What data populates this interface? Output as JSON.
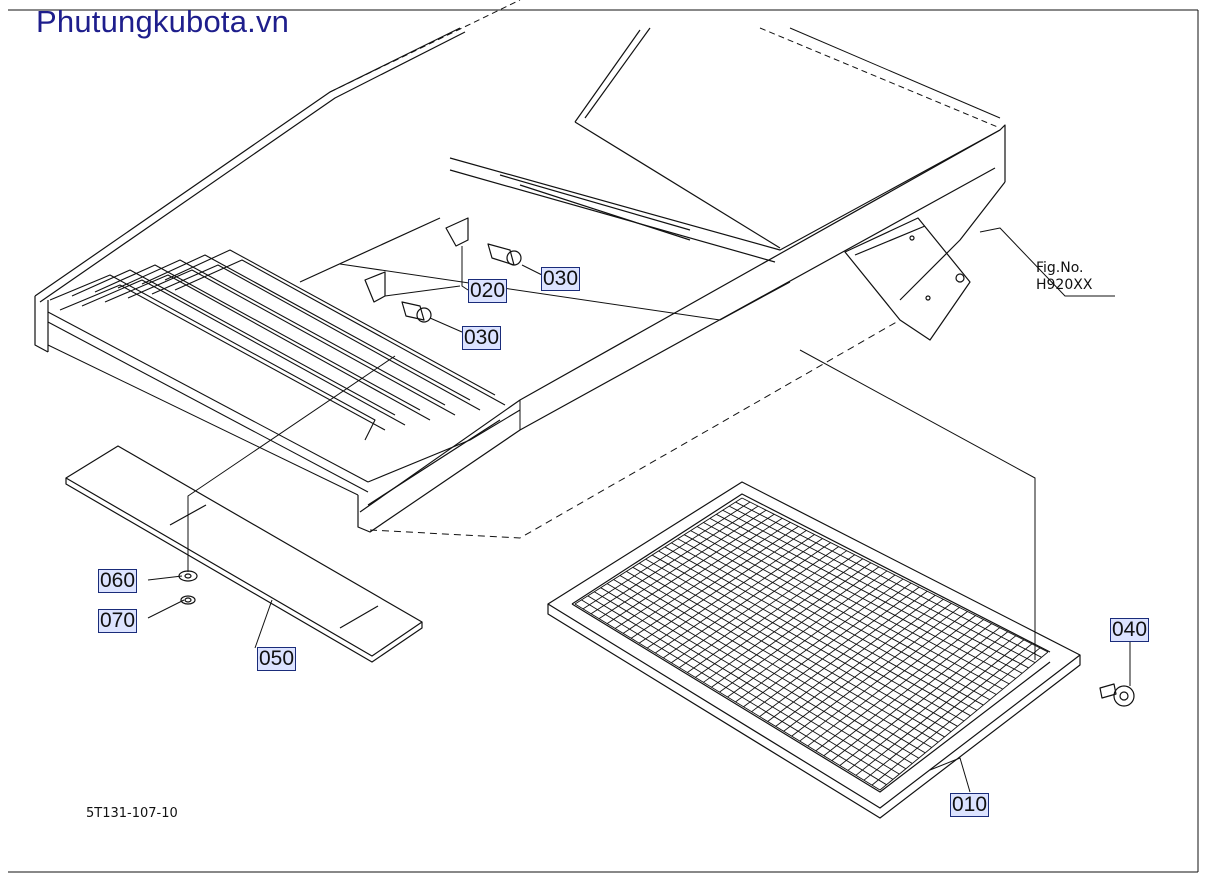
{
  "watermark": {
    "text": "Phutungkubota.vn",
    "color": "#1e1e8c"
  },
  "figure_reference": {
    "label": "Fig.No.",
    "number": "H920XX"
  },
  "drawing_number": "5T131-107-10",
  "callouts": {
    "c010": "010",
    "c020": "020",
    "c030a": "030",
    "c030b": "030",
    "c040": "040",
    "c050": "050",
    "c060": "060",
    "c070": "070"
  },
  "colors": {
    "line": "#111111",
    "callout_fill": "#dce3ff",
    "callout_border": "#1a2c7a"
  }
}
